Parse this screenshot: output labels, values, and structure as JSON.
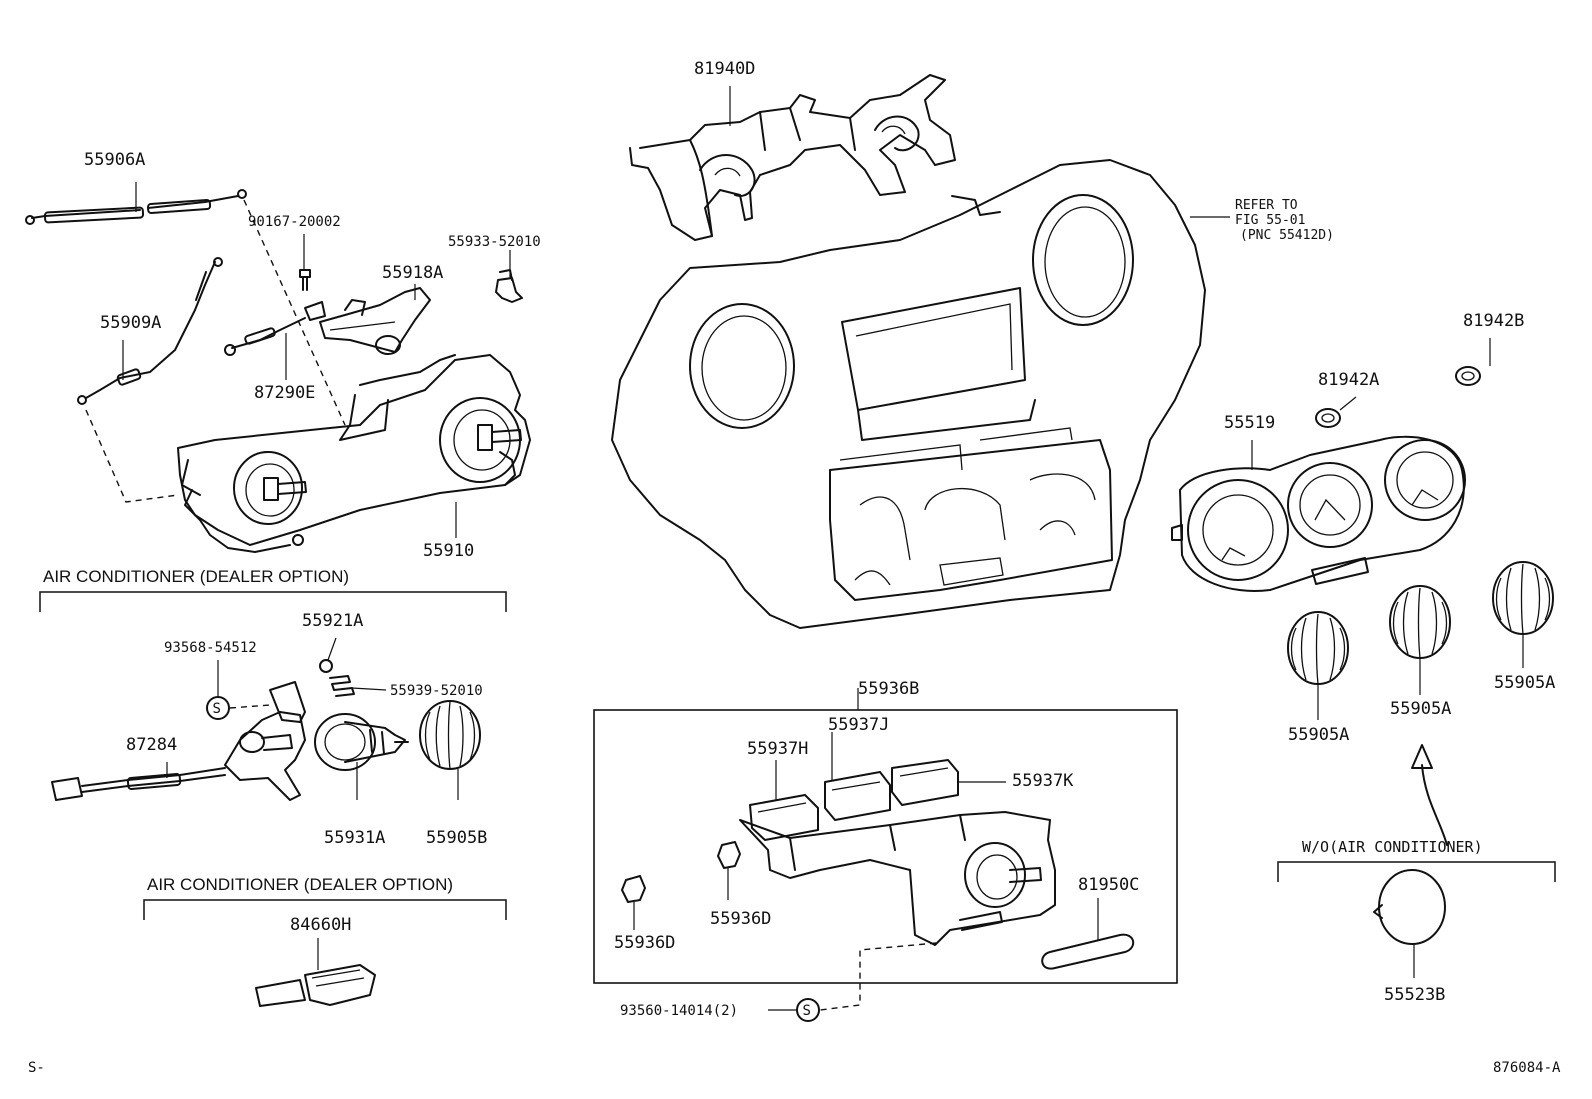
{
  "labels": {
    "p81940D": "81940D",
    "p55906A": "55906A",
    "p90167_20002": "90167-20002",
    "p55933_52010": "55933-52010",
    "p55918A": "55918A",
    "p55909A": "55909A",
    "p87290E": "87290E",
    "p55910": "55910",
    "refer_line1": "REFER TO",
    "refer_line2": "FIG 55-01",
    "refer_line3": "(PNC 55412D)",
    "p81942B": "81942B",
    "p81942A": "81942A",
    "p55519": "55519",
    "p55905A_1": "55905A",
    "p55905A_2": "55905A",
    "p55905A_3": "55905A",
    "p55921A": "55921A",
    "p93568_54512": "93568-54512",
    "p55939_52010": "55939-52010",
    "p87284": "87284",
    "p55931A": "55931A",
    "p55905B": "55905B",
    "p84660H": "84660H",
    "p55936B": "55936B",
    "p55937J": "55937J",
    "p55937H": "55937H",
    "p55937K": "55937K",
    "p81950C": "81950C",
    "p55936D_1": "55936D",
    "p55936D_2": "55936D",
    "p93560_14014": "93560-14014(2)",
    "p55523B": "55523B",
    "s_mark": "S",
    "s_mark_2": "S"
  },
  "groups": {
    "ac_dealer_option_1": "AIR CONDITIONER (DEALER OPTION)",
    "ac_dealer_option_2": "AIR CONDITIONER (DEALER OPTION)",
    "wo_air_conditioner": "W/O(AIR CONDITIONER)"
  },
  "footer": {
    "left_code": "S-",
    "figure_code": "876084-A"
  }
}
